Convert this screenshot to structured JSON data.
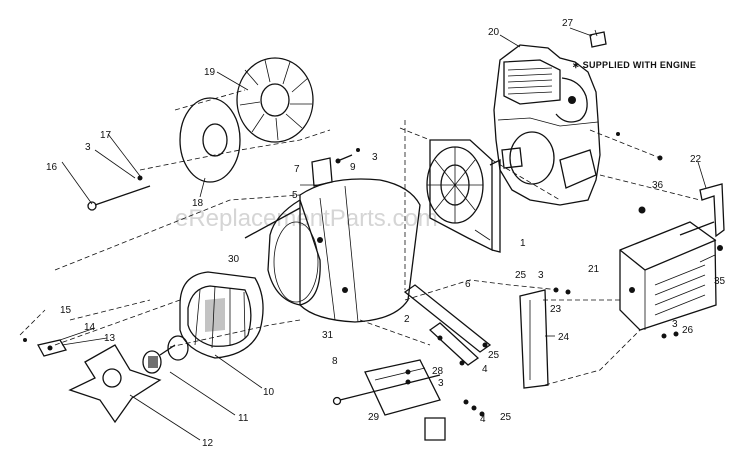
{
  "diagram": {
    "watermark": "eReplacementParts.com",
    "note": "∗ SUPPLIED WITH ENGINE",
    "labels": {
      "l1": "1",
      "l2": "2",
      "l3a": "3",
      "l3b": "3",
      "l3c": "3",
      "l3d": "3",
      "l3e": "3",
      "l4a": "4",
      "l4b": "4",
      "l5": "5",
      "l6": "6",
      "l7": "7",
      "l8": "8",
      "l9": "9",
      "l10": "10",
      "l11": "11",
      "l12": "12",
      "l13": "13",
      "l14": "14",
      "l15": "15",
      "l16": "16",
      "l17": "17",
      "l18": "18",
      "l19": "19",
      "l20": "20",
      "l21": "21",
      "l22": "22",
      "l23": "23",
      "l24": "24",
      "l25a": "25",
      "l25b": "25",
      "l25c": "25",
      "l26": "26",
      "l27": "27",
      "l28": "28",
      "l29": "29",
      "l30": "30",
      "l31": "31",
      "l35": "35",
      "l36": "36"
    }
  }
}
